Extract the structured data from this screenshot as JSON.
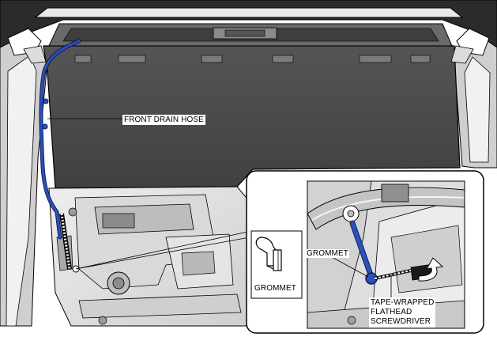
{
  "labels": {
    "front_drain_hose": "FRONT DRAIN HOSE",
    "grommet_inset": "GROMMET",
    "grommet_detail": "GROMMET",
    "tool_line1": "TAPE-WRAPPED",
    "tool_line2": "FLATHEAD",
    "tool_line3": "SCREWDRIVER"
  },
  "colors": {
    "hose": "#2a52b8",
    "roof_panel": "#4a4a4a",
    "body_light": "#e6e6e6",
    "body_mid": "#c8c8c8",
    "outline": "#000000"
  }
}
